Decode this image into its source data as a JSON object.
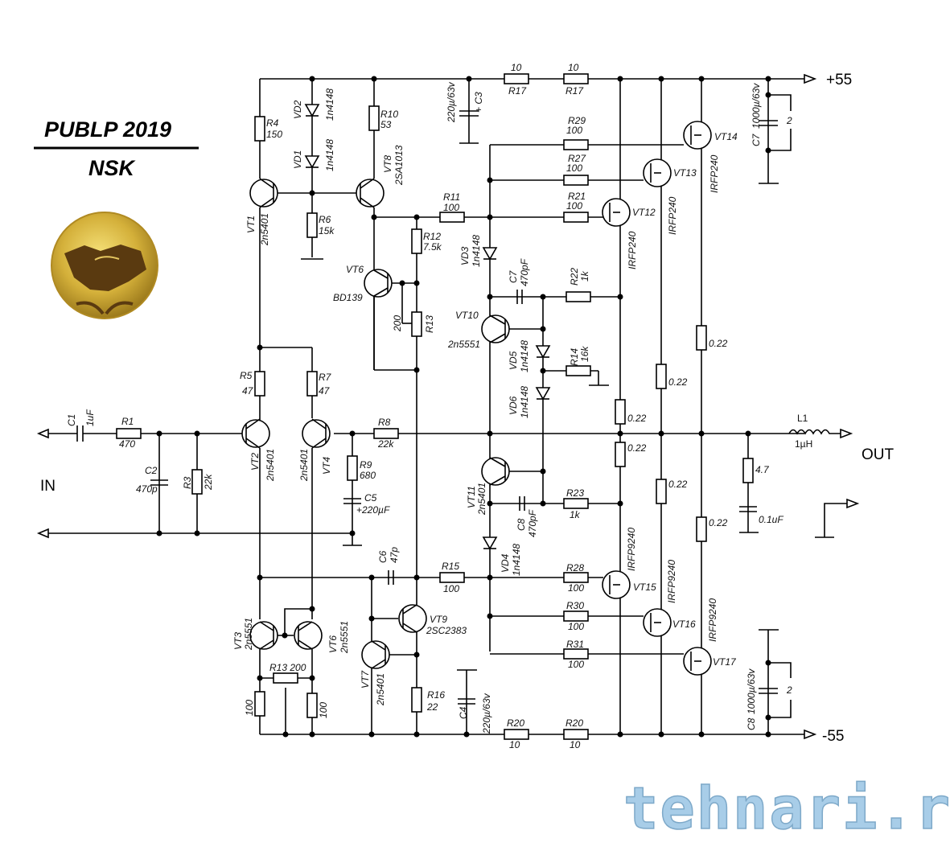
{
  "title": {
    "line1": "PUBLP 2019",
    "line2": "NSK"
  },
  "logo": {
    "icon": "handshake-medal-icon",
    "colors": {
      "gold": "#c9a227",
      "dark": "#5a3a10"
    }
  },
  "watermark": "tehnari.ru",
  "rails": {
    "positive": "+55",
    "negative": "-55"
  },
  "ports": {
    "input": "IN",
    "output": "OUT"
  },
  "components": {
    "C1": {
      "ref": "C1",
      "value": "1uF"
    },
    "R1": {
      "ref": "R1",
      "value": "470"
    },
    "C2": {
      "ref": "C2",
      "value": "470p"
    },
    "R3": {
      "ref": "R3",
      "value": "22k"
    },
    "R4": {
      "ref": "R4",
      "value": "150"
    },
    "VD2": {
      "ref": "VD2",
      "value": "1n4148"
    },
    "VD1": {
      "ref": "VD1",
      "value": "1n4148"
    },
    "R10": {
      "ref": "R10",
      "value": "53"
    },
    "VT8": {
      "ref": "VT8",
      "value": "2SA1013"
    },
    "VT1": {
      "ref": "VT1",
      "value": "2n5401"
    },
    "R6": {
      "ref": "R6",
      "value": "15k"
    },
    "C3": {
      "ref": "+ C3",
      "value": "220µ/63v"
    },
    "R17a": {
      "ref": "R17",
      "value": "10"
    },
    "R17b": {
      "ref": "R17",
      "value": "10"
    },
    "R29": {
      "ref": "R29",
      "value": "100"
    },
    "R27": {
      "ref": "R27",
      "value": "100"
    },
    "R21": {
      "ref": "R21",
      "value": "100"
    },
    "R11": {
      "ref": "R11",
      "value": "100"
    },
    "R12": {
      "ref": "R12",
      "value": "7.5k"
    },
    "VT6a": {
      "ref": "VT6",
      "value": "BD139"
    },
    "R13a": {
      "ref": "R13",
      "value": "200"
    },
    "VD3": {
      "ref": "VD3",
      "value": "1n4148"
    },
    "C7a": {
      "ref": "C7",
      "value": "470pF"
    },
    "R22": {
      "ref": "R22",
      "value": "1k"
    },
    "VT10": {
      "ref": "VT10",
      "value": "2n5551"
    },
    "VD5": {
      "ref": "VD5",
      "value": "1n4148"
    },
    "R14": {
      "ref": "R14",
      "value": "16k"
    },
    "VD6": {
      "ref": "VD6",
      "value": "1n4148"
    },
    "VT12": {
      "ref": "VT12",
      "value": "IRFP240"
    },
    "VT13": {
      "ref": "VT13",
      "value": "IRFP240"
    },
    "VT14": {
      "ref": "VT14",
      "value": "IRFP240"
    },
    "C7b": {
      "ref": "C7",
      "value": "1000µ/63v",
      "parallel": "2"
    },
    "R5": {
      "ref": "R5",
      "value": "47"
    },
    "R7": {
      "ref": "R7",
      "value": "47"
    },
    "VT2": {
      "ref": "VT2",
      "value": "2n5401"
    },
    "VT4": {
      "ref": "VT4",
      "value": "2n5401"
    },
    "R8": {
      "ref": "R8",
      "value": "22k"
    },
    "R9": {
      "ref": "R9",
      "value": "680"
    },
    "C5": {
      "ref": "C5",
      "value": "+220µF"
    },
    "VT11": {
      "ref": "VT11",
      "value": "2n5401"
    },
    "C8a": {
      "ref": "C8",
      "value": "470pF"
    },
    "R23": {
      "ref": "R23",
      "value": "1k"
    },
    "VD4": {
      "ref": "VD4",
      "value": "1n4148"
    },
    "Rs": [
      "0.22",
      "0.22",
      "0.22",
      "0.22",
      "0.22",
      "0.22"
    ],
    "L1": {
      "ref": "L1",
      "value": "1µH"
    },
    "Rz": {
      "value": "4.7"
    },
    "Cz": {
      "value": "0.1uF"
    },
    "C6": {
      "ref": "C6",
      "value": "47p"
    },
    "R15": {
      "ref": "R15",
      "value": "100"
    },
    "R28": {
      "ref": "R28",
      "value": "100"
    },
    "R30": {
      "ref": "R30",
      "value": "100"
    },
    "R31": {
      "ref": "R31",
      "value": "100"
    },
    "VT15": {
      "ref": "VT15",
      "value": "IRFP9240"
    },
    "VT16": {
      "ref": "VT16",
      "value": "IRFP9240"
    },
    "VT17": {
      "ref": "VT17",
      "value": "IRFP9240"
    },
    "VT3": {
      "ref": "VT3",
      "value": "2n5551"
    },
    "VT6b": {
      "ref": "VT6",
      "value": "2n5551"
    },
    "R13b": {
      "ref": "R13 200"
    },
    "R100a": {
      "value": "100"
    },
    "R100b": {
      "value": "100"
    },
    "VT9": {
      "ref": "VT9",
      "value": "2SC2383"
    },
    "VT7": {
      "ref": "VT7",
      "value": "2n5401"
    },
    "R16": {
      "ref": "R16",
      "value": "22"
    },
    "C4": {
      "ref": "C4",
      "value": "220µ/63v"
    },
    "R20a": {
      "ref": "R20",
      "value": "10"
    },
    "R20b": {
      "ref": "R20",
      "value": "10"
    },
    "C8b": {
      "ref": "C8",
      "value": "1000µ/63v",
      "parallel": "2"
    }
  }
}
